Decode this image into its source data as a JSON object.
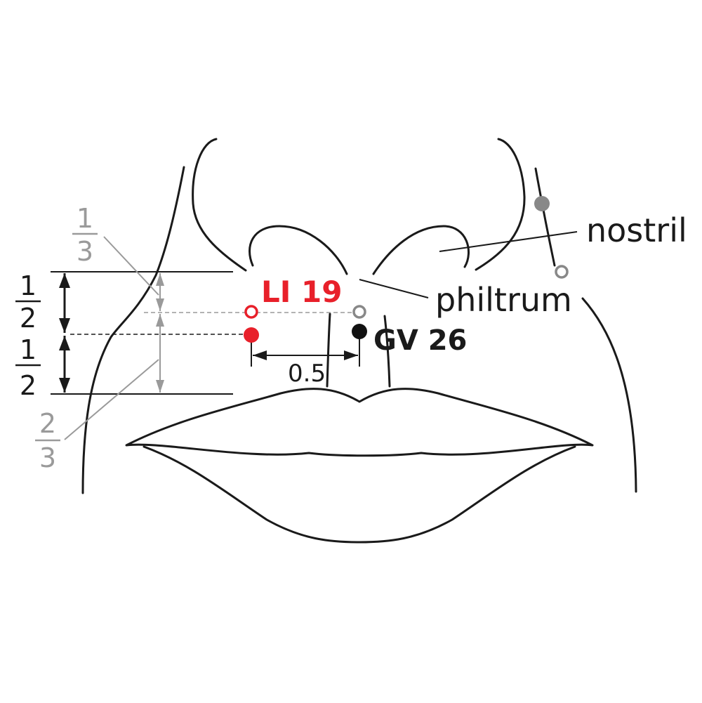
{
  "labels": {
    "nostril": "nostril",
    "philtrum": "philtrum",
    "li19": "LI 19",
    "gv26": "GV 26",
    "distance": "0.5"
  },
  "fractions": {
    "upper_half": {
      "num": "1",
      "den": "2"
    },
    "lower_half": {
      "num": "1",
      "den": "2"
    },
    "upper_third": {
      "num": "1",
      "den": "3"
    },
    "lower_two_thirds": {
      "num": "2",
      "den": "3"
    }
  },
  "colors": {
    "outline": "#1a1a1a",
    "li_red": "#e8202a",
    "guide_grey": "#9a9a9a",
    "point_grey": "#888888"
  }
}
